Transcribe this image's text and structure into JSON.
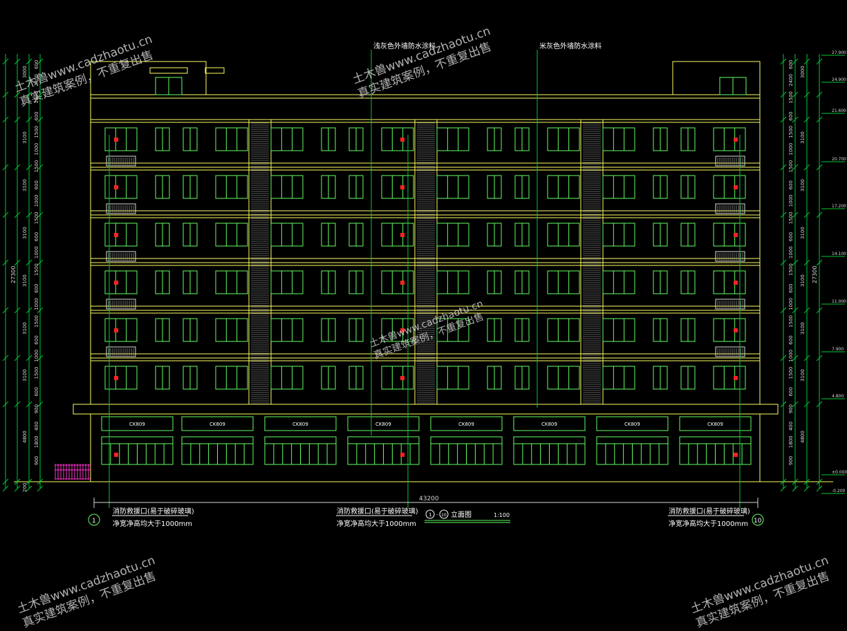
{
  "colors": {
    "background": "#000000",
    "outline": "#ffff66",
    "window": "#66ff66",
    "leader": "#00cc33",
    "text": "#ffffff",
    "dim": "#d8d8d8",
    "marker": "#ff2222",
    "fence": "#ff33cc",
    "cyan": "#33dddd"
  },
  "notes": {
    "wall_note_1": "浅灰色外墙防水涂料",
    "wall_note_2": "米灰色外墙防水涂料",
    "rescue_line1": "消防救援口(易于破碎玻璃)",
    "rescue_line2": "净宽净高均大于1000mm",
    "title": "立面图",
    "title_axis_left": "1",
    "title_axis_right": "10",
    "scale": "1:100",
    "total_width": "43200",
    "axis_left": "1",
    "axis_right": "10",
    "shop_window_label": "CK809"
  },
  "dims_left": {
    "outer_total": "27300",
    "floor_heights": [
      "3000",
      "3100",
      "3100",
      "3100",
      "3100",
      "3100",
      "3100",
      "4800"
    ],
    "sub_segments": [
      "600",
      "2400",
      "1500",
      "600",
      "1500",
      "1000",
      "1500",
      "600",
      "1000",
      "1500",
      "600",
      "1000",
      "1500",
      "600",
      "1000",
      "1500",
      "600",
      "1000",
      "1500",
      "600",
      "900",
      "400",
      "1800",
      "900"
    ],
    "bottom": "200"
  },
  "dims_right": {
    "elevations": [
      "27.900",
      "24.900",
      "21.600",
      "20.700",
      "17.200",
      "14.100",
      "11.000",
      "7.900",
      "4.800",
      "±0.000",
      "-0.200"
    ],
    "outer_total": "27300"
  },
  "watermark": {
    "line1": "土木兽www.cadzhaotu.cn",
    "line2": "真实建筑案例，不重复出售"
  }
}
